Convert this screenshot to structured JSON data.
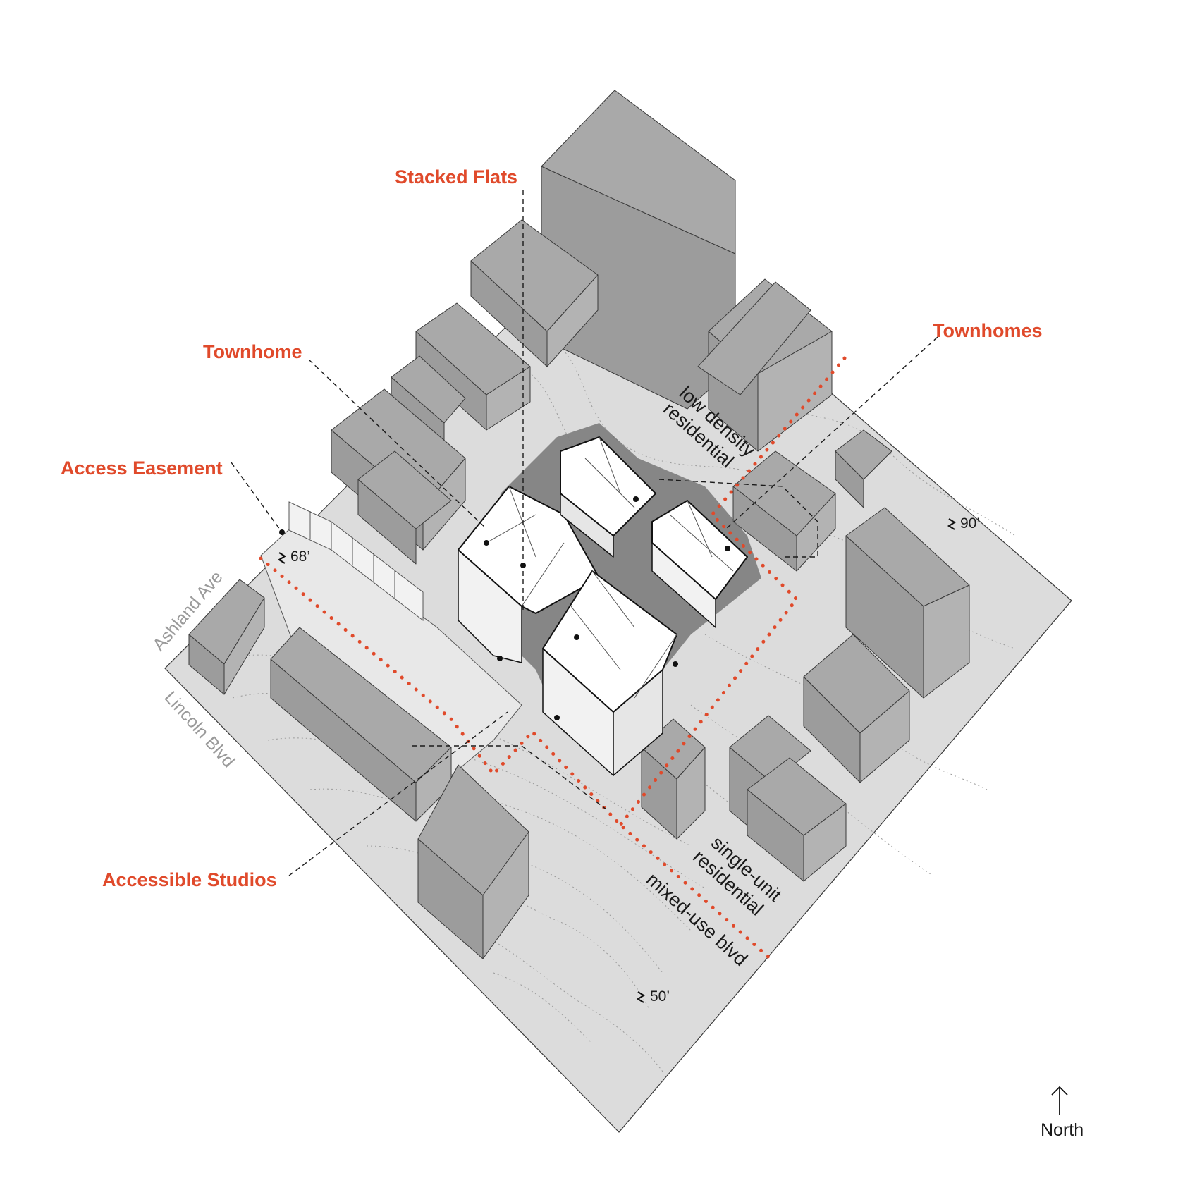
{
  "labels": {
    "stacked_flats": "Stacked Flats",
    "townhome": "Townhome",
    "townhomes": "Townhomes",
    "access_easement": "Access Easement",
    "accessible_studios": "Accessible Studios"
  },
  "streets": {
    "ashland": "Ashland Ave",
    "lincoln": "Lincoln Blvd"
  },
  "zones": {
    "low_density_1": "low density",
    "low_density_2": "residential",
    "single_unit_1": "single-unit",
    "single_unit_2": "residential",
    "mixed_use": "mixed-use blvd"
  },
  "elevations": {
    "e68": "68’",
    "e90": "90’",
    "e50": "50’"
  },
  "north": "North",
  "colors": {
    "accent": "#e04a2b",
    "ground": "#dcdcdc",
    "context_building": "#a9a9a9",
    "project_building": "#ffffff"
  },
  "icons": {
    "elevation_marker": "elevation-marker-icon",
    "north_arrow": "north-arrow-icon"
  }
}
